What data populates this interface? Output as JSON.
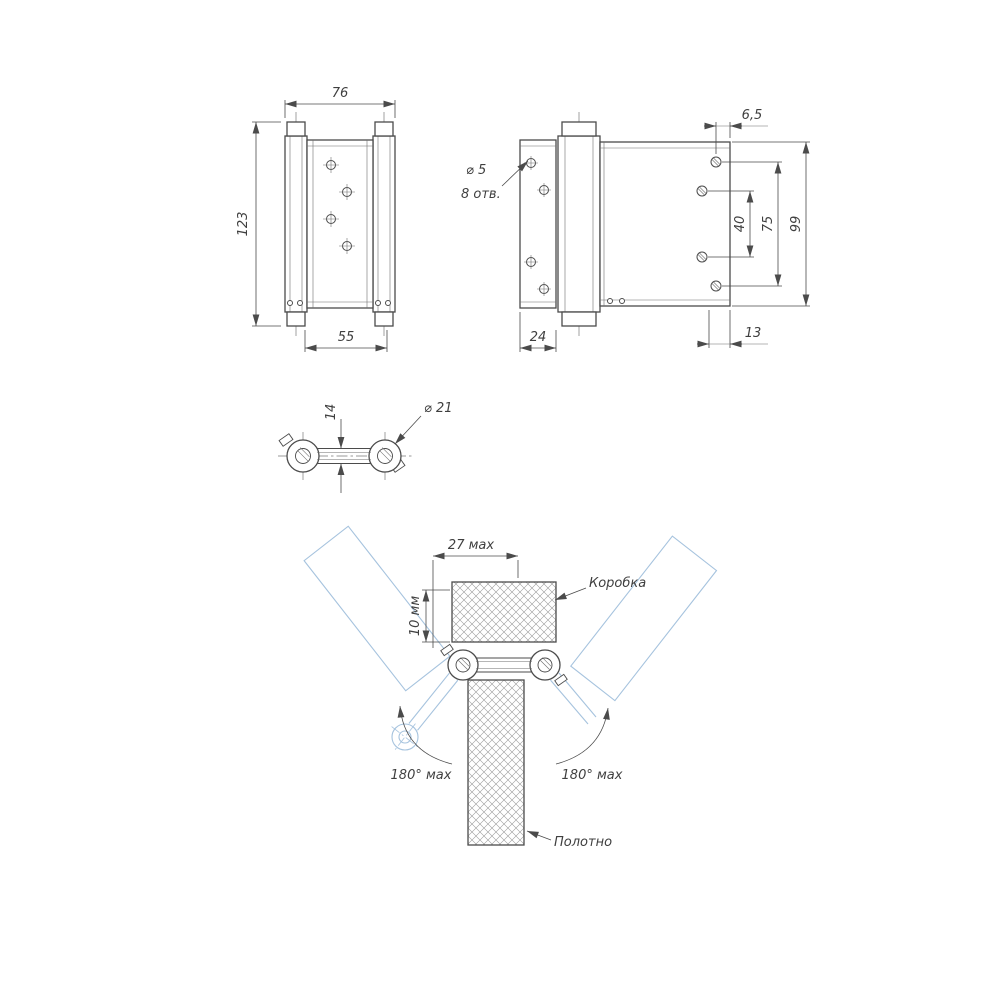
{
  "colors": {
    "line": "#4b4b4b",
    "blue": "#a6c3de",
    "text": "#3f3f3f"
  },
  "views": {
    "front": {
      "dims": {
        "width": "76",
        "height": "123",
        "leaf": "55"
      }
    },
    "side": {
      "dims": {
        "offset": "6,5",
        "plate_height": "99",
        "holes_outer": "75",
        "holes_inner": "40",
        "barrel_width": "24",
        "edge": "13"
      },
      "note_dia": "⌀ 5",
      "note_count": "8 отв."
    },
    "plan": {
      "dims": {
        "knuckle_gap": "14"
      },
      "note_dia": "⌀ 21"
    },
    "install": {
      "dims": {
        "clearance": "27 мах",
        "gap": "10 мм"
      },
      "swing_left": "180° мах",
      "swing_right": "180° мах",
      "frame": "Коробка",
      "leaf": "Полотно"
    }
  }
}
